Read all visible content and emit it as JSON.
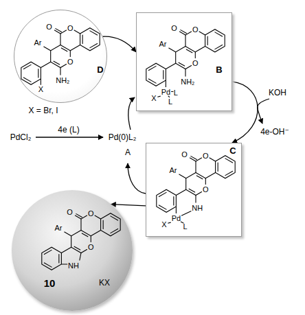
{
  "diagram": {
    "nodes": [
      {
        "text": [
          "D",
          "X = Br, I"
        ]
      },
      {
        "text": [
          "B"
        ]
      },
      {
        "text": [
          "C"
        ]
      },
      {
        "text": [
          "10",
          "KX"
        ]
      }
    ],
    "edges": [
      {
        "from": 0,
        "to": 1,
        "arrow": "to"
      },
      {
        "from": 1,
        "to": 2,
        "arrow": "to"
      },
      {
        "from": 2,
        "to": 3,
        "arrow": "to"
      }
    ],
    "labels": [
      "Ar",
      "O",
      "O",
      "O",
      "NH₂",
      "X",
      "Ar",
      "O",
      "O",
      "O",
      "NH₂",
      "Pd",
      "L",
      "X",
      "L",
      "Ar",
      "O",
      "O",
      "O",
      "NH",
      "Pd",
      "X",
      "L",
      "Ar",
      "O",
      "O",
      "O",
      "NH",
      "PdCl₂",
      "4e (L)",
      "Pd(0)L₂",
      "A",
      "KOH",
      "4e-OH⁻"
    ]
  }
}
